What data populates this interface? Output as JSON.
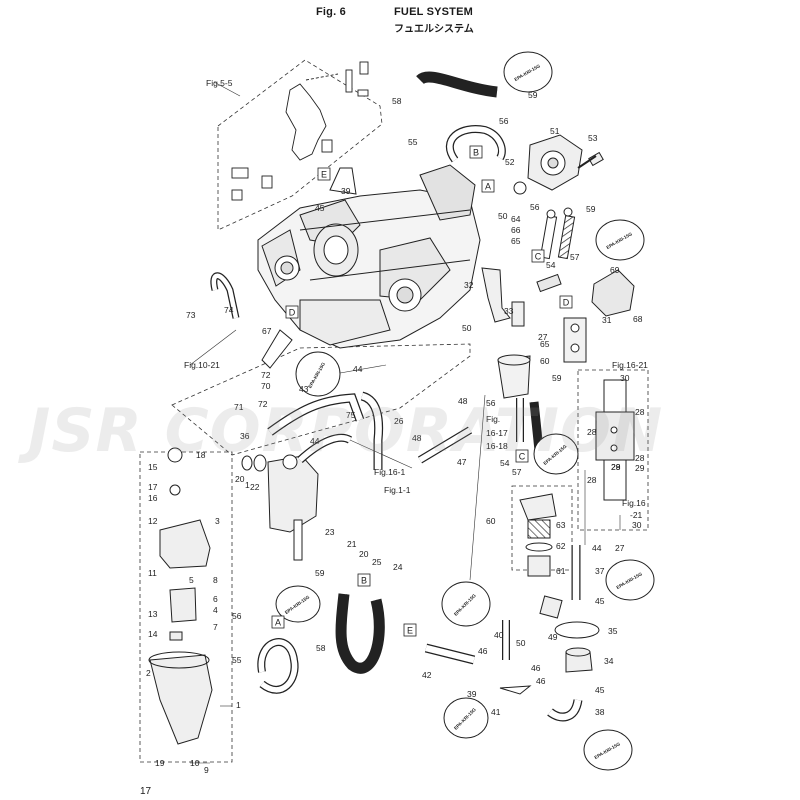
{
  "header": {
    "fig_label": "Fig. 6",
    "title": "FUEL SYSTEM",
    "title_jp": "フュエルシステム"
  },
  "page_number": "17",
  "watermark": "JSR Corporation",
  "epa_tag": "EPA-KRI-15G",
  "part_numbers": [
    "1",
    "2",
    "3",
    "4",
    "5",
    "6",
    "7",
    "8",
    "9",
    "10",
    "11",
    "12",
    "13",
    "14",
    "15",
    "16",
    "17",
    "18",
    "19",
    "20",
    "21",
    "22",
    "23",
    "24",
    "25",
    "26",
    "27",
    "28",
    "29",
    "30",
    "31",
    "32",
    "33",
    "34",
    "35",
    "36",
    "37",
    "38",
    "39",
    "40",
    "41",
    "42",
    "43",
    "44",
    "45",
    "46",
    "47",
    "48",
    "49",
    "50",
    "51",
    "52",
    "53",
    "54",
    "55",
    "56",
    "57",
    "58",
    "59",
    "60",
    "61",
    "62",
    "63",
    "64",
    "65",
    "66",
    "67",
    "68",
    "69",
    "70",
    "71",
    "72",
    "73",
    "74",
    "75"
  ],
  "references": [
    "Fig.5-5",
    "Fig.10-21",
    "Fig.16-21",
    "Fig.16-1",
    "Fig.1-1",
    "Fig.16-17",
    "Fig.16-18",
    "Fig.16-21"
  ],
  "connector_letters": [
    "A",
    "B",
    "C",
    "D",
    "E"
  ]
}
